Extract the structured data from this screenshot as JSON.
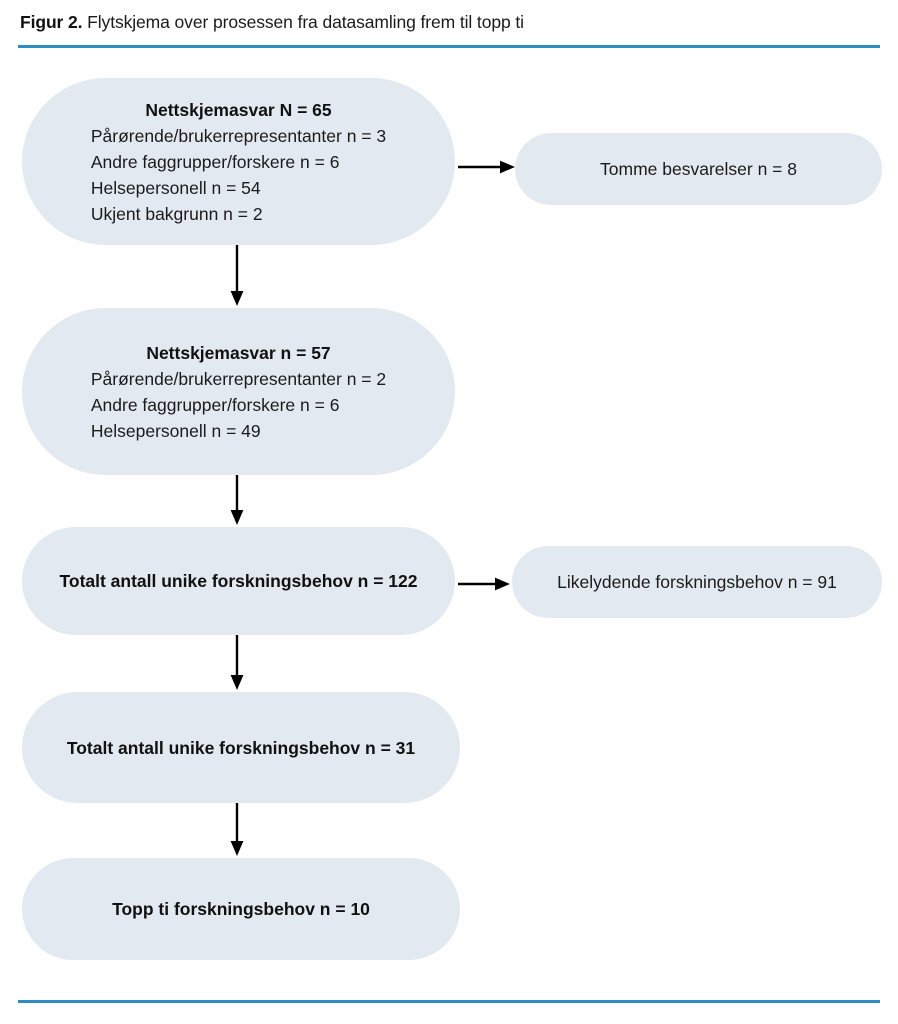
{
  "header": {
    "label": "Figur 2.",
    "caption": "Flytskjema over prosessen fra datasamling frem til topp ti"
  },
  "colors": {
    "rule": "#2e8cc0",
    "node_fill": "#e3e9f0",
    "text": "#1a1a1a",
    "arrow": "#000000"
  },
  "flow": {
    "nodes": [
      {
        "id": "survey-total",
        "title": "Nettskjemasvar N = 65",
        "lines": [
          "Pårørende/brukerrepresentanter n = 3",
          "Andre faggrupper/forskere n = 6",
          "Helsepersonell n = 54",
          "Ukjent bakgrunn n = 2"
        ]
      },
      {
        "id": "empty-replies",
        "single": "Tomme besvarelser n = 8",
        "bold": false
      },
      {
        "id": "survey-valid",
        "title": "Nettskjemasvar n = 57",
        "lines": [
          "Pårørende/brukerrepresentanter n = 2",
          "Andre faggrupper/forskere n = 6",
          "Helsepersonell n = 49"
        ]
      },
      {
        "id": "unique-122",
        "single": "Totalt antall unike forskningsbehov n = 122",
        "bold": true
      },
      {
        "id": "similar-91",
        "single": "Likelydende forskningsbehov n = 91",
        "bold": false
      },
      {
        "id": "unique-31",
        "single": "Totalt antall unike forskningsbehov n = 31",
        "bold": true
      },
      {
        "id": "top-ten-10",
        "single": "Topp ti forskningsbehov n = 10",
        "bold": true
      }
    ],
    "edges": [
      {
        "id": "down-1",
        "from": "survey-total",
        "to": "survey-valid",
        "direction": "down"
      },
      {
        "id": "down-2",
        "from": "survey-valid",
        "to": "unique-122",
        "direction": "down"
      },
      {
        "id": "down-3",
        "from": "unique-122",
        "to": "unique-31",
        "direction": "down"
      },
      {
        "id": "down-4",
        "from": "unique-31",
        "to": "top-ten-10",
        "direction": "down"
      },
      {
        "id": "right-1",
        "from": "survey-total",
        "to": "empty-replies",
        "direction": "right"
      },
      {
        "id": "right-2",
        "from": "unique-122",
        "to": "similar-91",
        "direction": "right"
      }
    ]
  }
}
